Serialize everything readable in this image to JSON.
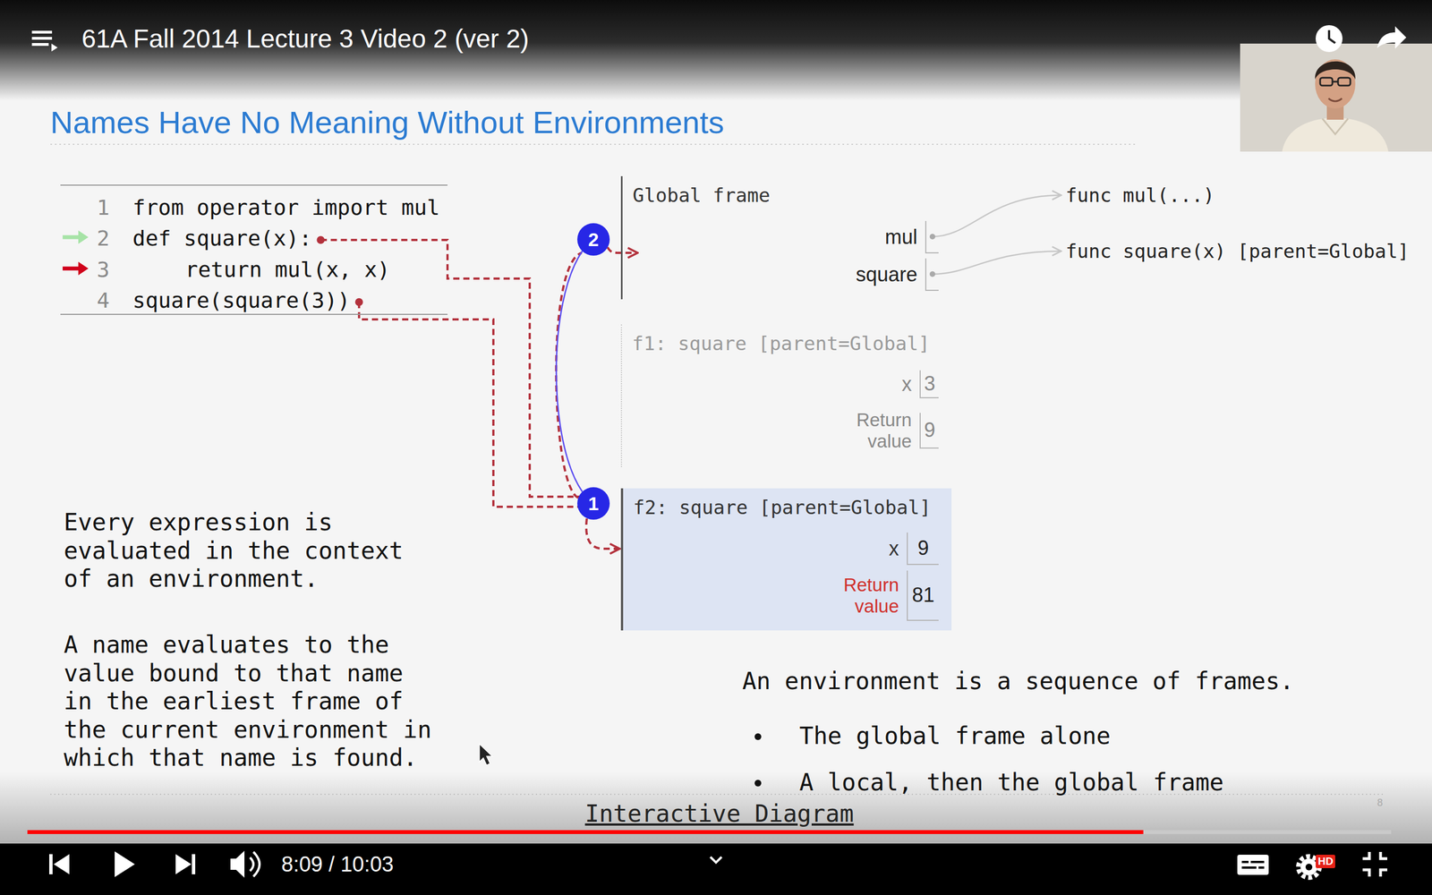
{
  "diagram": {
    "title": "Names Have No Meaning Without Environments",
    "nodes": [
      {
        "text": [
          "1",
          "from operator import mul",
          "2",
          "def square(x):",
          "3",
          "return mul(x, x)",
          "4",
          "square(square(3))"
        ]
      },
      {
        "text": [
          "Global frame"
        ]
      },
      {
        "text": [
          "mul"
        ],
        "in": 1
      },
      {
        "text": [
          "square"
        ],
        "in": 1
      },
      {
        "text": [
          "func mul(...)"
        ]
      },
      {
        "text": [
          "func square(x) [parent=Global]"
        ]
      },
      {
        "text": [
          "f1: square [parent=Global]"
        ]
      },
      {
        "text": [
          "x",
          "3"
        ],
        "in": 6
      },
      {
        "text": [
          "Return value",
          "9"
        ],
        "in": 6
      },
      {
        "text": [
          "f2: square [parent=Global]"
        ]
      },
      {
        "text": [
          "x",
          "9"
        ],
        "in": 9
      },
      {
        "text": [
          "Return value",
          "81"
        ],
        "in": 9
      },
      {
        "text": [
          "2"
        ]
      },
      {
        "text": [
          "1"
        ]
      }
    ],
    "edges": [
      {
        "from": 2,
        "to": 4,
        "arrow": "to"
      },
      {
        "from": 3,
        "to": 5,
        "arrow": "to"
      },
      {
        "from": 0,
        "to": 13,
        "arrow": "none"
      },
      {
        "from": 0,
        "to": 13,
        "arrow": "none"
      },
      {
        "from": 13,
        "to": 12,
        "arrow": "none"
      },
      {
        "from": 12,
        "to": 1,
        "arrow": "to"
      },
      {
        "from": 13,
        "to": 9,
        "arrow": "to"
      }
    ],
    "labels": [
      "61A Fall 2014 Lecture 3 Video 2 (ver 2)",
      "Every expression is evaluated in the context of an environment.",
      "A name evaluates to the value bound to that name in the earliest frame of the current environment in which that name is found.",
      "An environment is a sequence of frames.",
      "The global frame alone",
      "A local, then the global frame",
      "Interactive Diagram",
      "8",
      "8:09 / 10:03",
      "HD"
    ]
  }
}
